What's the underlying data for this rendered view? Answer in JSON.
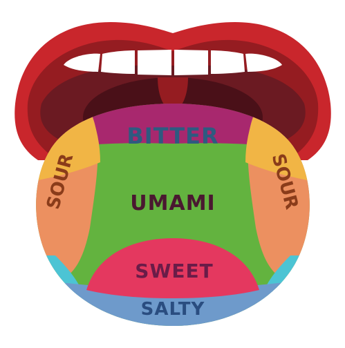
{
  "regions": {
    "bitter": {
      "label": "BITTER",
      "color": "#a8286e",
      "text_color": "#2e5a80"
    },
    "umami": {
      "label": "UMAMI",
      "color": "#63b33f",
      "text_color": "#4a1830"
    },
    "sweet": {
      "label": "SWEET",
      "color": "#e4385f",
      "text_color": "#6a1c48"
    },
    "salty": {
      "label": "SALTY",
      "color": "#6e9acb",
      "text_color": "#2a4d80"
    },
    "sour_left": {
      "label": "SOUR",
      "color": "#ec9060",
      "accent": "#f1b545",
      "text_color": "#8a3c1a"
    },
    "sour_right": {
      "label": "SOUR",
      "color": "#ec9060",
      "accent": "#f1b545",
      "text_color": "#8a3c1a"
    }
  },
  "colors": {
    "lips": "#c9262c",
    "lips_shadow": "#951c21",
    "mouth_interior": "#6b1a22",
    "throat": "#4a1018",
    "teeth": "#ffffff",
    "tongue_edge": "#4cc4d4"
  }
}
